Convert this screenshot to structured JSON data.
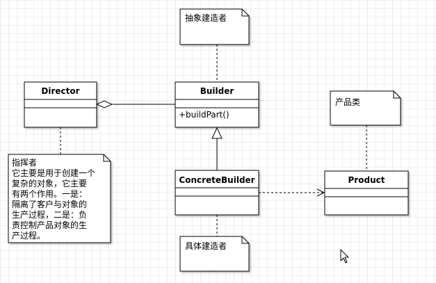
{
  "diagram": {
    "classes": [
      {
        "id": "director",
        "name": "Director",
        "operations": []
      },
      {
        "id": "builder",
        "name": "Builder",
        "operations": [
          "+buildPart()"
        ]
      },
      {
        "id": "concrete_builder",
        "name": "ConcreteBuilder",
        "operations": []
      },
      {
        "id": "product",
        "name": "Product",
        "operations": []
      }
    ],
    "notes": {
      "builder": [
        "抽象建造者"
      ],
      "product": [
        "产品类"
      ],
      "concrete_builder": [
        "具体建造者"
      ],
      "director": [
        "指挥者",
        "它主要是用于创建一个",
        "复杂的对象，它主要",
        "有两个作用。一是：",
        "隔离了客户与对象的",
        "生产过程，二是：负",
        "责控制产品对象的生",
        "产过程。"
      ]
    }
  }
}
